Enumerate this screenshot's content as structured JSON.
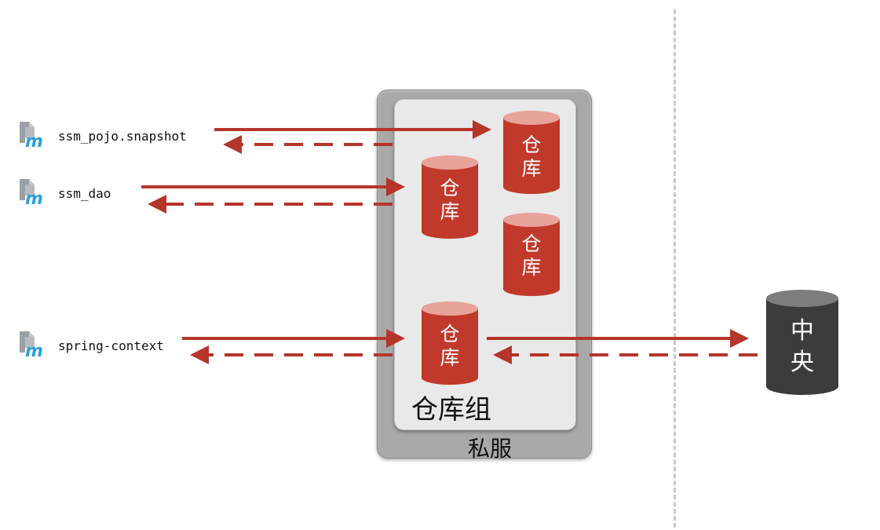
{
  "artifacts": [
    {
      "label": "ssm_pojo.snapshot",
      "icon": "maven-file-icon"
    },
    {
      "label": "ssm_dao",
      "icon": "maven-file-icon"
    },
    {
      "label": "spring-context",
      "icon": "maven-file-icon"
    }
  ],
  "repositories": [
    {
      "line1": "仓",
      "line2": "库"
    },
    {
      "line1": "仓",
      "line2": "库"
    },
    {
      "line1": "仓",
      "line2": "库"
    },
    {
      "line1": "仓",
      "line2": "库"
    }
  ],
  "private_server": {
    "group_label": "仓库组",
    "server_label": "私服"
  },
  "central": {
    "line1": "中",
    "line2": "央"
  },
  "colors": {
    "arrow": "#b5352b",
    "repository": "#c0392b",
    "central": "#3c3c3c",
    "server_outer": "#a9a9a9",
    "server_inner": "#e9e9e9",
    "divider": "#c8c8c8",
    "icon_blue": "#2b9fd9",
    "icon_gray": "#9aa0a6"
  }
}
